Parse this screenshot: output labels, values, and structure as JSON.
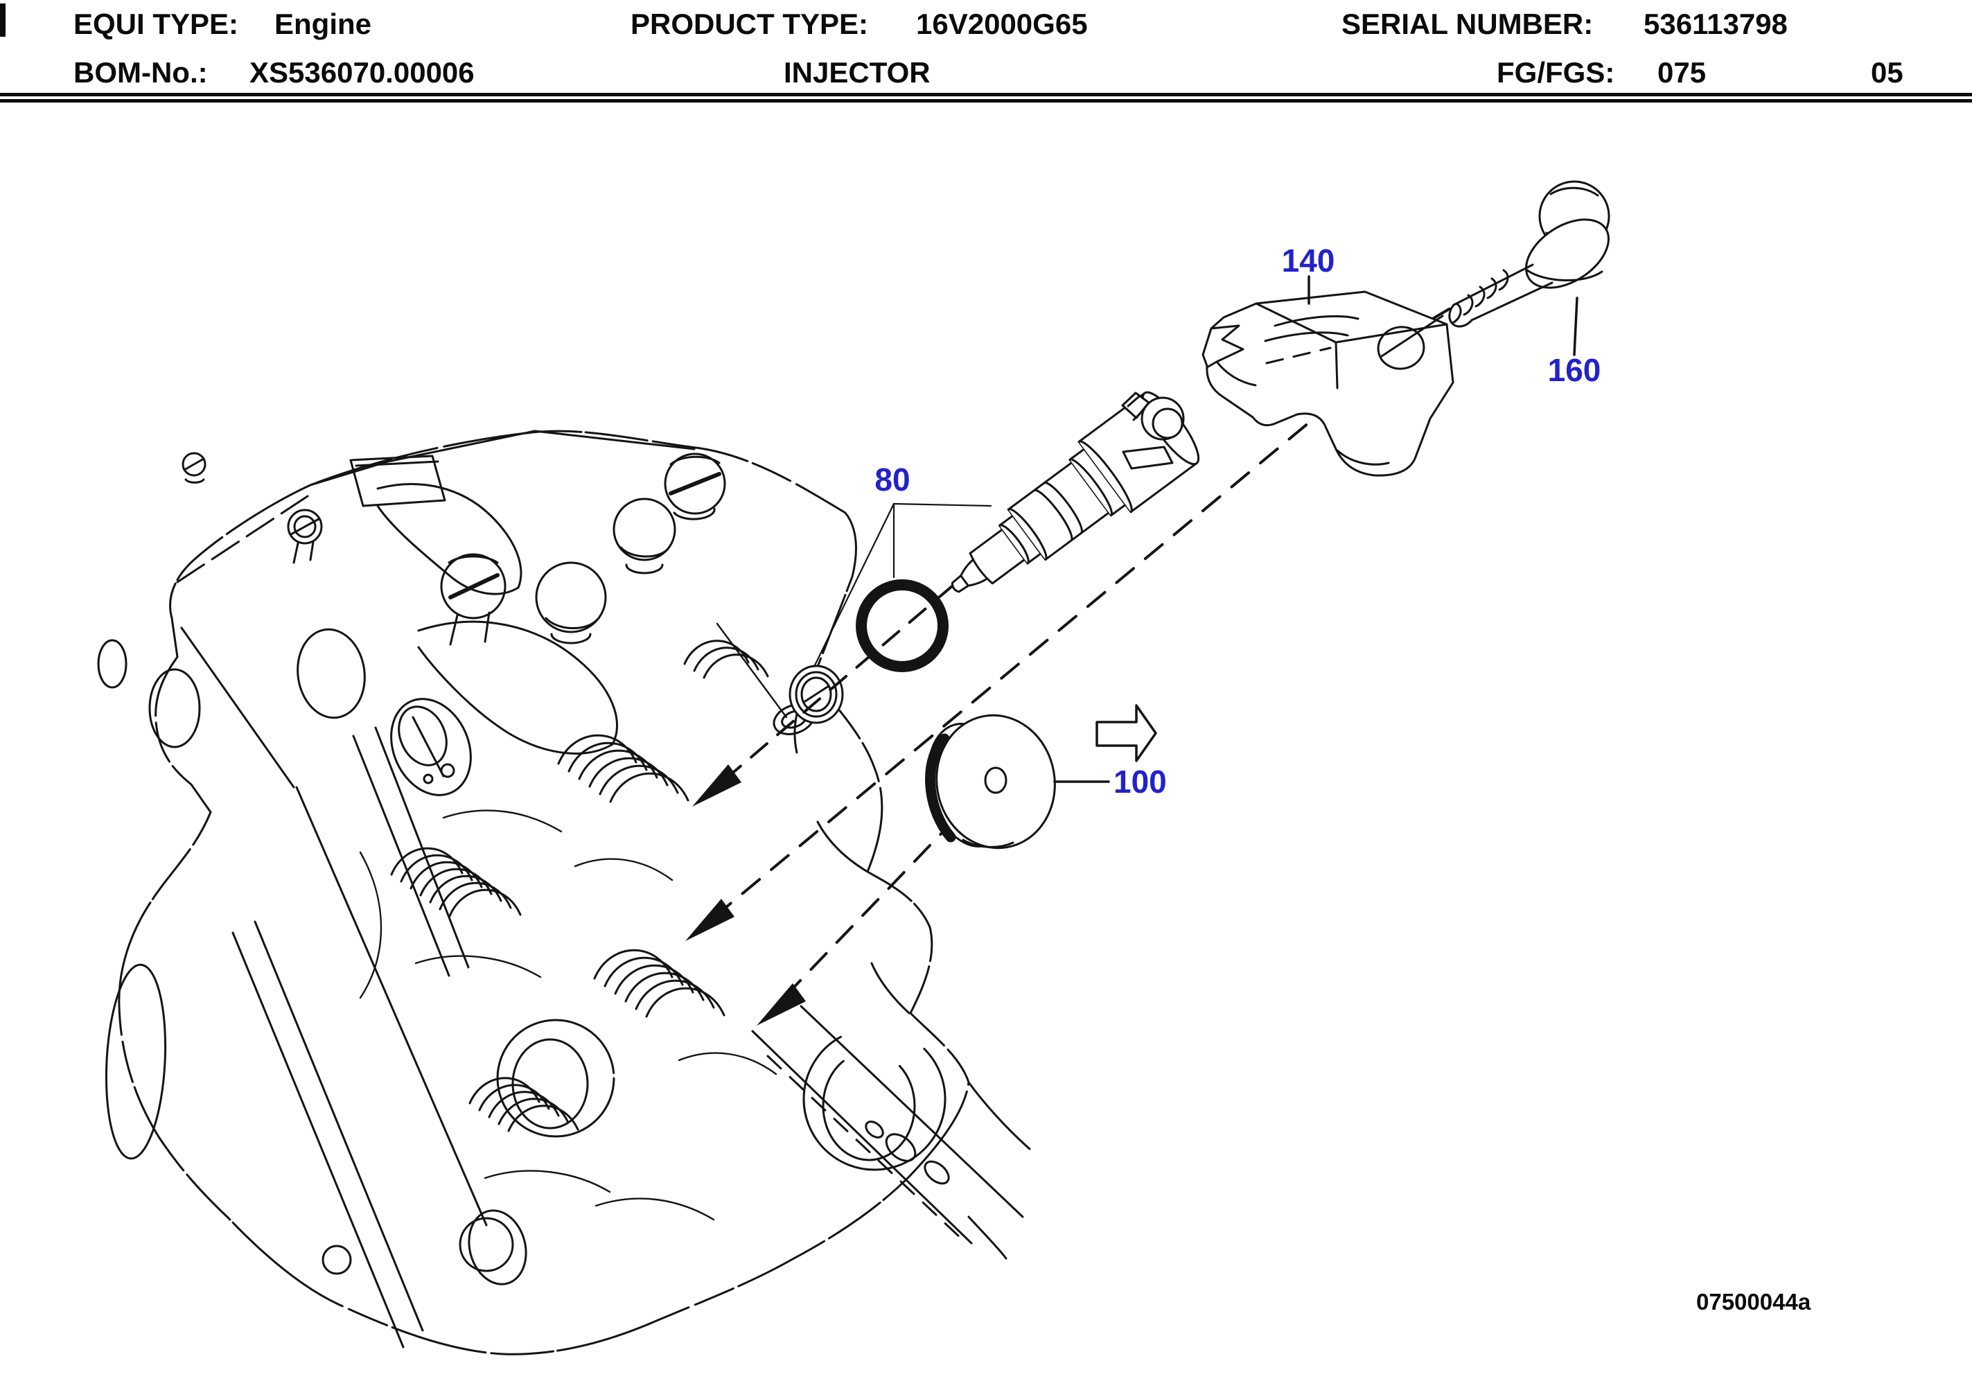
{
  "header": {
    "equi_label": "EQUI TYPE:",
    "equi_value": "Engine",
    "product_label": "PRODUCT TYPE:",
    "product_value": "16V2000G65",
    "serial_label": "SERIAL NUMBER:",
    "serial_value": "536113798",
    "bom_label": "BOM-No.:",
    "bom_value": "XS536070.00006",
    "title": "INJECTOR",
    "fg_label": "FG/FGS:",
    "fg_value": "075",
    "sheet": "05"
  },
  "callouts": {
    "seal_set": "80",
    "plug": "100",
    "clamp": "140",
    "bolt": "160"
  },
  "drawing_number": "07500044a",
  "colors": {
    "callout_blue": "#2222cc",
    "line_black": "#141414"
  },
  "icons": {
    "direction_arrow": "right-arrow-outline",
    "leader_arrowheads": "solid-triangle-arrow"
  }
}
